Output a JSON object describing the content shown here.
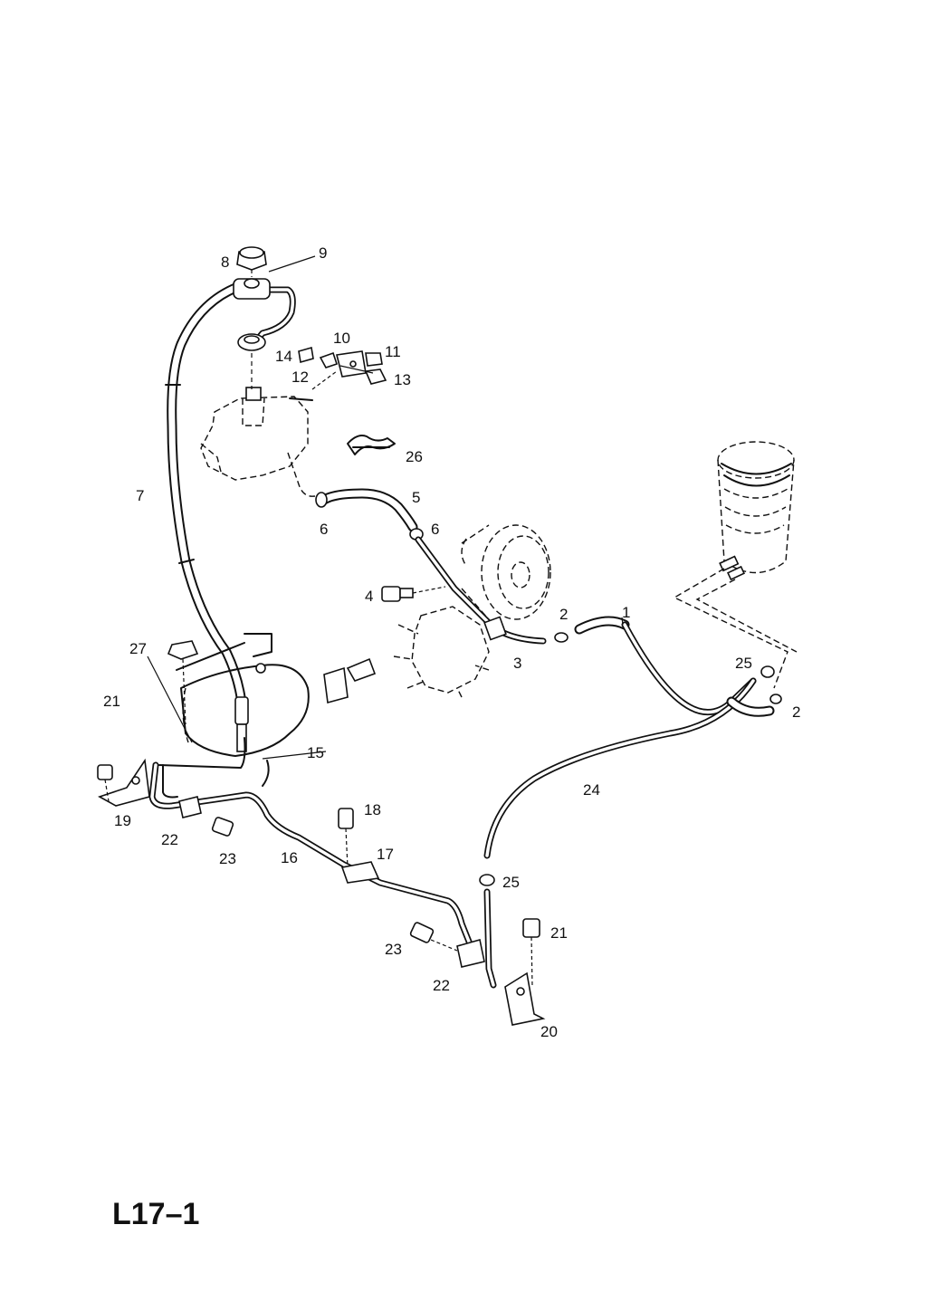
{
  "diagram_code": "L17–1",
  "callouts": {
    "c1": "1",
    "c2a": "2",
    "c2b": "2",
    "c3": "3",
    "c4": "4",
    "c5": "5",
    "c6a": "6",
    "c6b": "6",
    "c7": "7",
    "c8": "8",
    "c9": "9",
    "c10": "10",
    "c11": "11",
    "c12": "12",
    "c13": "13",
    "c14": "14",
    "c15": "15",
    "c16": "16",
    "c17": "17",
    "c18": "18",
    "c19": "19",
    "c20": "20",
    "c21a": "21",
    "c21b": "21",
    "c22a": "22",
    "c22b": "22",
    "c23a": "23",
    "c23b": "23",
    "c24": "24",
    "c25a": "25",
    "c25b": "25",
    "c26": "26",
    "c27": "27"
  }
}
